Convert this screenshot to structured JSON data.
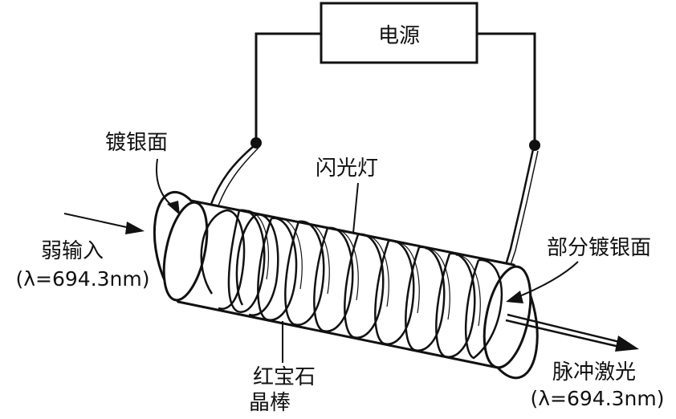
{
  "labels": {
    "power_supply": "电源",
    "silvered_face": "镀银面",
    "flash_lamp": "闪光灯",
    "partial_silvered_face": "部分镀银面",
    "weak_input": "弱输入",
    "weak_input_wavelength": "(λ=694.3nm)",
    "ruby_crystal_line1": "红宝石",
    "ruby_crystal_line2": "晶棒",
    "pulse_laser": "脉冲激光",
    "pulse_laser_wavelength": "(λ=694.3nm)"
  },
  "colors": {
    "line": "#111111",
    "rod_fill": "#ffffff"
  }
}
